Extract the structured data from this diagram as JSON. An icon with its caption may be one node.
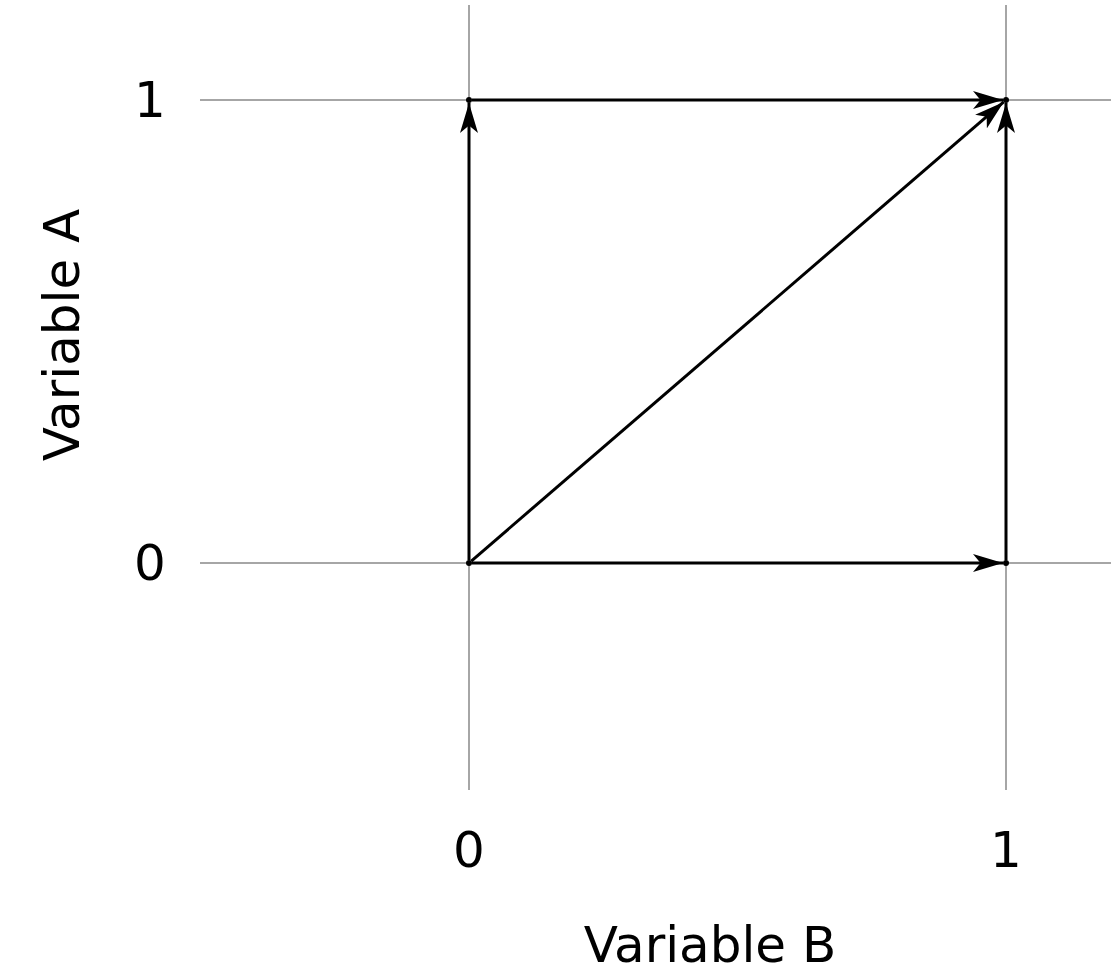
{
  "diagram": {
    "nodes": [
      {
        "text": [],
        "shape": "point"
      },
      {
        "text": [],
        "shape": "point"
      },
      {
        "text": [],
        "shape": "point"
      },
      {
        "text": [],
        "shape": "point"
      }
    ],
    "edges": [
      {
        "from": 0,
        "to": 1,
        "arrow": "to"
      },
      {
        "from": 2,
        "to": 0,
        "arrow": "to"
      },
      {
        "from": 2,
        "to": 1,
        "arrow": "to"
      },
      {
        "from": 3,
        "to": 1,
        "arrow": "to"
      },
      {
        "from": 2,
        "to": 3,
        "arrow": "to"
      }
    ],
    "labels": [
      "1",
      "Variable A",
      "0",
      "0",
      "1",
      "Variable B"
    ]
  }
}
